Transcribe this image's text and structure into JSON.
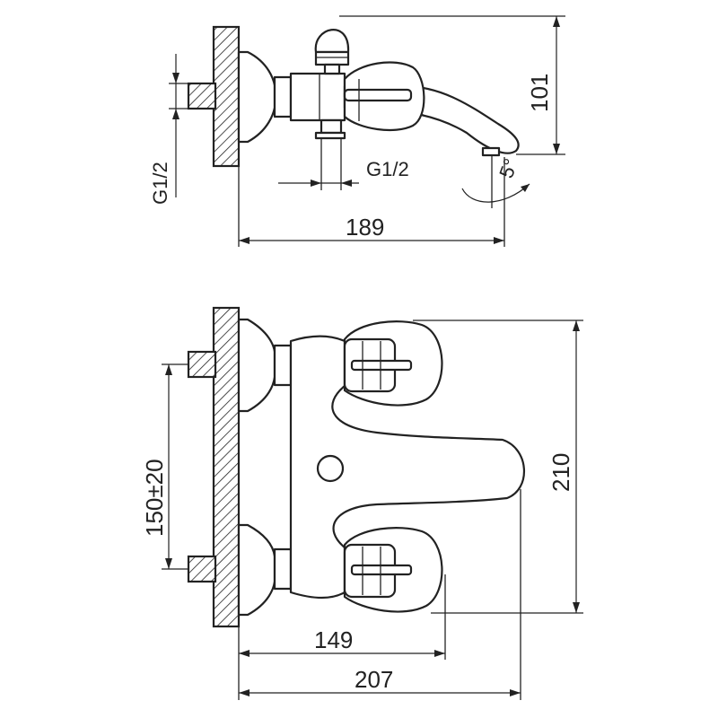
{
  "top_view": {
    "dimensions": {
      "height": "101",
      "length": "189",
      "inlet_thread": "G1/2",
      "outlet_thread": "G1/2",
      "angle": "5°"
    }
  },
  "front_view": {
    "dimensions": {
      "height": "210",
      "center_distance": "150±20",
      "handle_depth": "149",
      "overall_depth": "207"
    }
  }
}
